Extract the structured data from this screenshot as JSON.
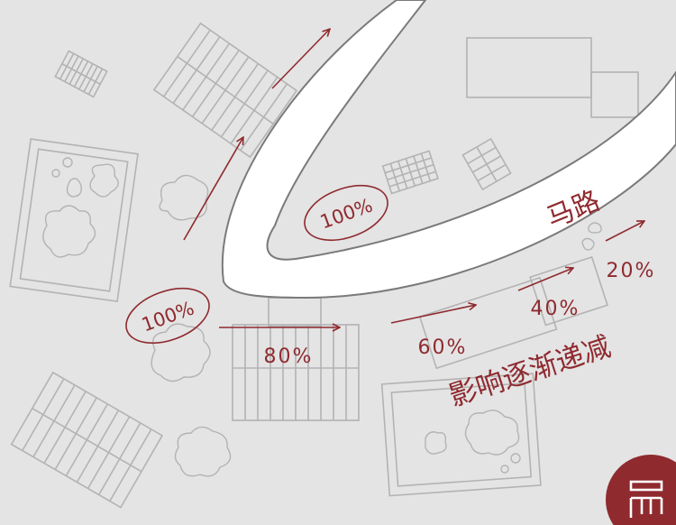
{
  "road_label": "马路",
  "title": "影响逐渐递减",
  "percents": {
    "road_origin": "100%",
    "inner_curve": "100%",
    "p80": "80%",
    "p60": "60%",
    "p40": "40%",
    "p20": "20%"
  },
  "colors": {
    "accent": "#8f2a2f",
    "background": "#e4e4e4",
    "road": "#ffffff",
    "sketch": "#b3b3b3"
  },
  "logo": {
    "glyph": "昜"
  }
}
